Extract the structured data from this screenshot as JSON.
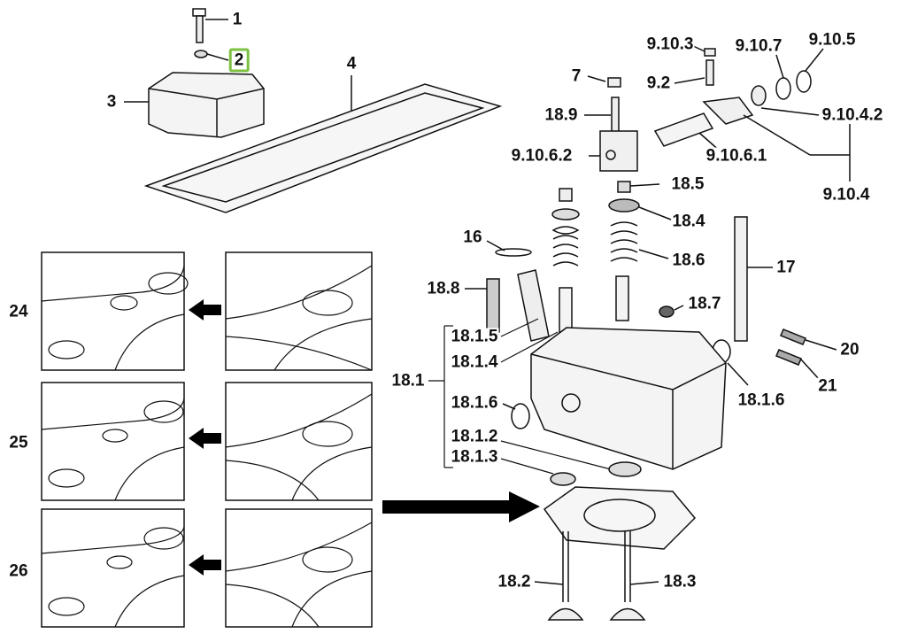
{
  "diagram": {
    "highlight_color": "#7dc142",
    "labels": [
      "1",
      "2",
      "3",
      "4",
      "7",
      "9.10.3",
      "9.2",
      "9.10.7",
      "9.10.5",
      "18.9",
      "9.10.4.2",
      "9.10.6.2",
      "9.10.6.1",
      "9.10.4",
      "18.5",
      "18.4",
      "16",
      "18.6",
      "17",
      "18.8",
      "18.7",
      "24",
      "18.1.5",
      "20",
      "18.1.4",
      "18.1",
      "21",
      "18.1.6",
      "18.1.6",
      "25",
      "18.1.2",
      "18.1.3",
      "26",
      "18.2",
      "18.3"
    ],
    "selected_label": "2"
  }
}
